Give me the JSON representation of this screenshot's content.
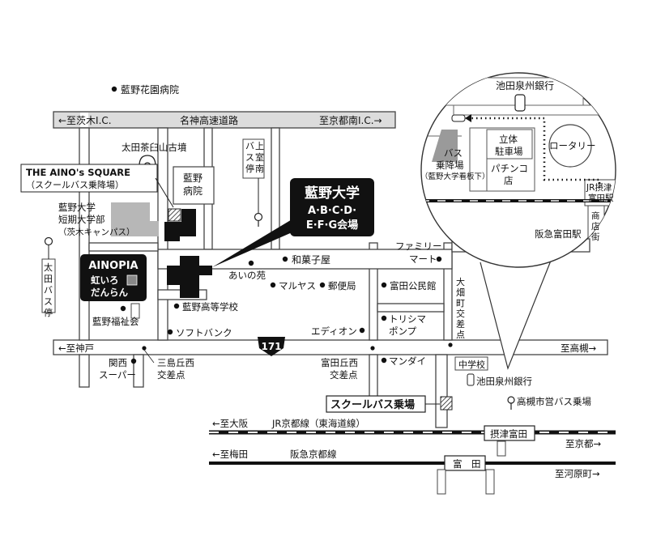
{
  "labels": {
    "aino_hospital": "藍野花園病院",
    "hwy_left": "←至茨木I.C.",
    "hwy_name": "名神高速道路",
    "hwy_right": "至京都南I.C.→",
    "kofun": "太田茶臼山古墳",
    "square_line1": "THE AINO's SQUARE",
    "square_line2": "（スクールバス乗降場）",
    "junior_line1": "藍野大学",
    "junior_line2": "短期大学部",
    "junior_line3": "（茨木キャンパス）",
    "aino_clinic_1": "藍野",
    "aino_clinic_2": "病院",
    "shimuro_busstop": "バス停",
    "shimuro_name": "上室南",
    "univ_line1": "藍野大学",
    "univ_line2": "A·B·C·D·",
    "univ_line3": "E·F·G会場",
    "ota_busstop": "太田バス停",
    "ainopia_line1": "AINOPIA",
    "ainopia_line2": "虹いろ",
    "ainopia_line3": "だんらん",
    "wakashiya": "和菓子屋",
    "ainoen": "あいの苑",
    "family_mart_1": "ファミリー",
    "family_mart_2": "マート",
    "maruyasu": "マルヤス",
    "post_office": "郵便局",
    "tomita_kominkan": "富田公民館",
    "ohatacho": "大畑町交差点",
    "aino_welfare": "藍野福祉会",
    "aino_highschool": "藍野高等学校",
    "softbank": "ソフトバンク",
    "edion": "エディオン",
    "torishima_1": "トリシマ",
    "torishima_2": "ポンプ",
    "route_no": "171",
    "to_kobe": "←至神戸",
    "to_takatsuki": "至高槻→",
    "kansai_super_1": "関西",
    "kansai_super_2": "スーパー",
    "mishimaoka_1": "三島丘西",
    "mishimaoka_2": "交差点",
    "tomitaoka_1": "富田丘西",
    "tomitaoka_2": "交差点",
    "mandai": "マンダイ",
    "school_bus_stop": "スクールバス乗場",
    "middle_school": "中学校",
    "ikeda_bank": "池田泉州銀行",
    "takatsuki_bus": "高槻市営バス乗場",
    "to_osaka": "←至大阪",
    "jr_line": "JR京都線（東海道線）",
    "settsu_tonda": "摂津富田",
    "to_kyoto": "至京都→",
    "to_umeda": "←至梅田",
    "hankyu_line": "阪急京都線",
    "tonda": "富　田",
    "to_kawaramachi": "至河原町→",
    "inset_bank": "池田泉州銀行",
    "inset_bus_1": "バス",
    "inset_bus_2": "乗降場",
    "inset_bus_3": "（藍野大学看板下）",
    "inset_parking_1": "立体",
    "inset_parking_2": "駐車場",
    "inset_pachinko_1": "パチンコ",
    "inset_pachinko_2": "店",
    "rotary": "ロータリー",
    "inset_jr_1": "JR摂津",
    "inset_jr_2": "富田駅",
    "inset_shotengai": "商店街",
    "hankyu_station": "阪急富田駅"
  }
}
